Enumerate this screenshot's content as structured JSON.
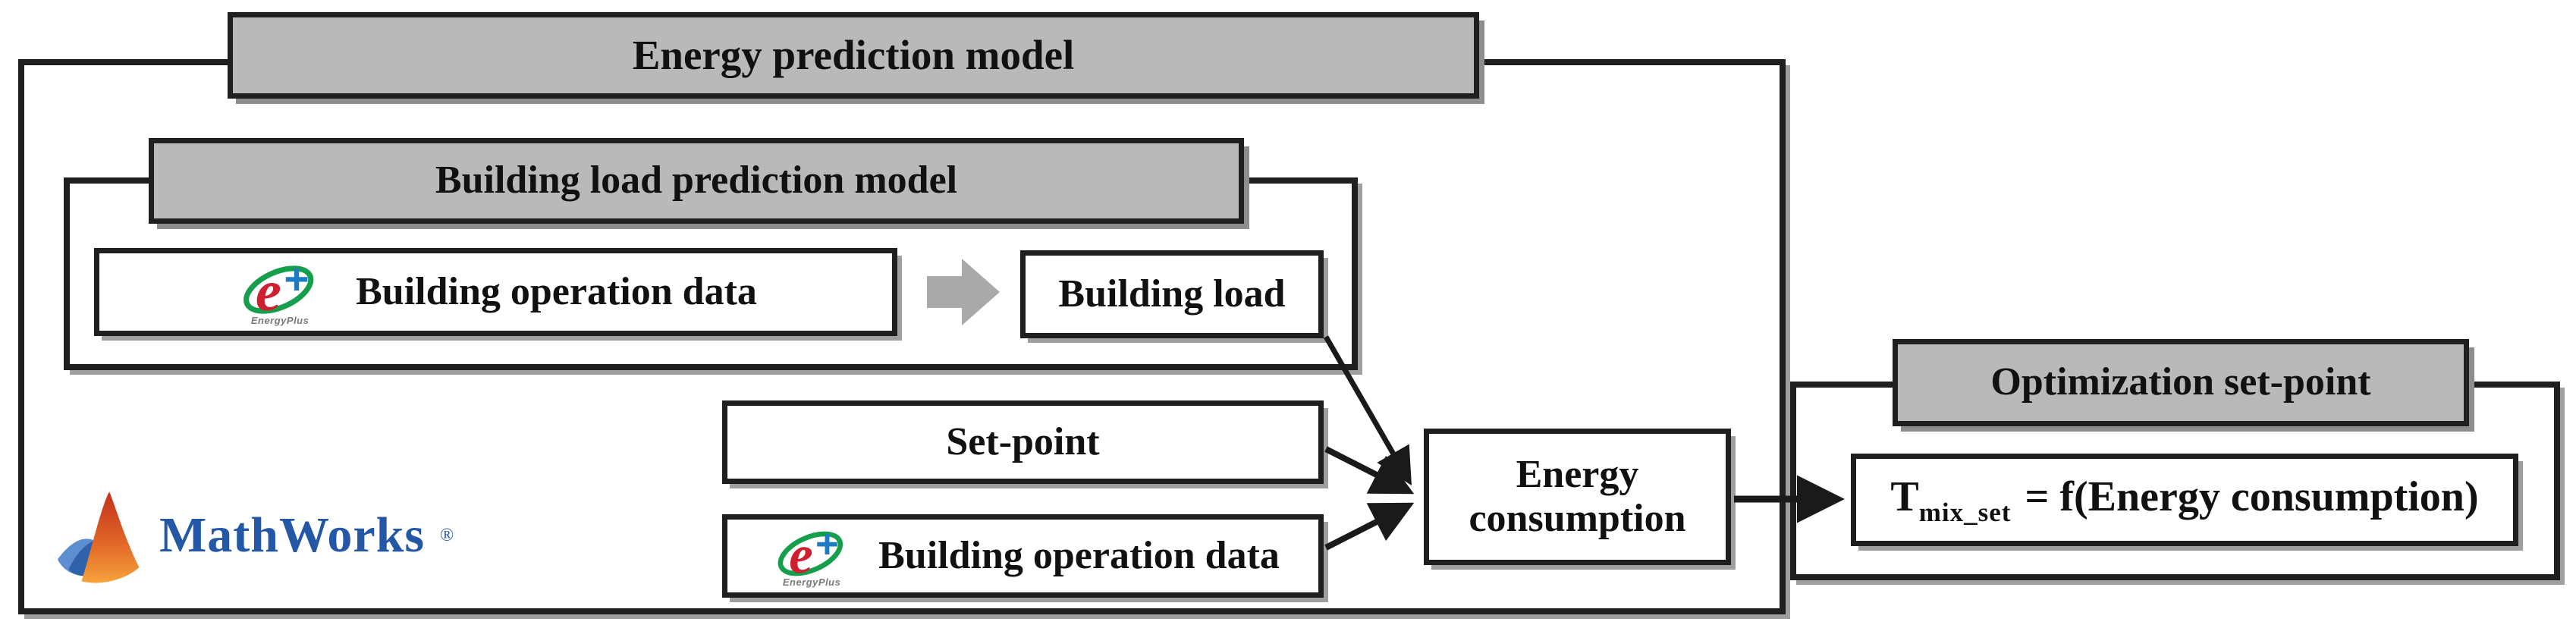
{
  "titles": {
    "energy_prediction": "Energy prediction model",
    "building_load_prediction": "Building load prediction model",
    "optimization_set_point": "Optimization set-point"
  },
  "boxes": {
    "building_operation_data_top": "Building operation data",
    "building_load": "Building load",
    "set_point": "Set-point",
    "building_operation_data_bottom": "Building operation data",
    "energy_consumption": {
      "line1": "Energy",
      "line2": "consumption"
    },
    "formula": {
      "base": "T",
      "subscript": "mix_set",
      "rest": "= f(Energy consumption)"
    }
  },
  "logos": {
    "energyplus": {
      "letter": "e",
      "plus": "+",
      "caption": "EnergyPlus"
    },
    "mathworks": {
      "name": "MathWorks",
      "registered": "®"
    }
  },
  "colors": {
    "title_box_fill": "#b9b9b9",
    "block_arrow_fill": "#a9a9a9",
    "border": "#1f1f1f",
    "mathworks_blue": "#2458a6",
    "energyplus_red": "#cf2030",
    "energyplus_green": "#159e4b",
    "energyplus_blue": "#1d7bc4"
  }
}
